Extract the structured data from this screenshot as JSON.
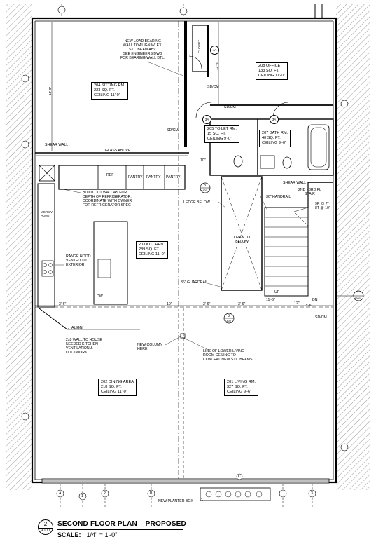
{
  "title": {
    "drawing_number": "2",
    "sheet": "A100",
    "name": "SECOND FLOOR PLAN – PROPOSED",
    "scale_label": "SCALE:",
    "scale_value": "1/4\" = 1'-0\""
  },
  "rooms": [
    {
      "id": "sitting",
      "name": "204 SITTING RM.",
      "area": "223 SQ. FT.",
      "ceiling": "CEILING 11'-0\""
    },
    {
      "id": "office",
      "name": "208 OFFICE",
      "area": "133 SQ. FT.",
      "ceiling": "CEILING 11'-0\""
    },
    {
      "id": "toilet",
      "name": "205 TOILET RM.",
      "area": "15 SQ. FT.",
      "ceiling": "CEILING 9'-0\""
    },
    {
      "id": "bath",
      "name": "207 BATH RM.",
      "area": "40 SQ. FT.",
      "ceiling": "CEILING 9'-0\""
    },
    {
      "id": "kitchen",
      "name": "203 KITCHEN",
      "area": "289 SQ. FT.",
      "ceiling": "CEILING 11'-0\""
    },
    {
      "id": "dining",
      "name": "202 DINING AREA",
      "area": "218 SQ. FT.",
      "ceiling": "CEILING 11'-0\""
    },
    {
      "id": "living",
      "name": "201 LIVING RM.",
      "area": "327 SQ. FT.",
      "ceiling": "CEILING 9'-6\""
    }
  ],
  "notes": {
    "load_bearing": "NEW LOAD BEARING\nWALL TO ALIGN W/ EX.\nSTL. BEAM ABV.\nSEE ENGINEERS DWG\nFOR BEARING WALL DTL.",
    "shear_wall_left": "SHEAR WALL",
    "glass_above": "GLASS ABOVE",
    "ref": "REF",
    "pantry_1": "PANTRY",
    "pantry_2": "PANTRY",
    "pantry_3": "PANTRY",
    "build_out": "BUILD OUT WALL AS FOR\nDEPTH OF REFRIGERATOR.\nCOORDINATE WITH OWNER\nFOR REFRIGERATOR SPEC",
    "ledge_below": "LEDGE BELOW",
    "open_to_below": "OPEN TO\nBELOW",
    "handrail": "36\" HANDRAIL",
    "guardrail": "36\" GUARDRAIL",
    "shear_wall_right": "SHEAR WALL",
    "stair": "2ND - 3RD FL\nSTAIR",
    "risers": "9R @ 7\"\n8T @ 10\"",
    "up": "UP",
    "dn": "DN",
    "range_hood": "RANGE HOOD\nVENTED TO\nEXTERIOR",
    "align": "ALIGN",
    "wall_note": "2x8 WALL TO HOUSE\nNEEDED KITCHEN\nVENTILATION &\nDUCTWORK",
    "new_column": "NEW COLUMN\nHERE",
    "lower_ceiling": "LINE OF LOWER LIVING\nROOM CEILING TO\nCONCEAL NEW STL. BEAMS",
    "planter": "NEW PLANTER BOX",
    "closet": "CLOSET",
    "dw": "DW",
    "mcrwv": "MCRWV\nOVEN",
    "sdcm_1": "SD/CM",
    "sdcm_2": "SD/CM",
    "sdcm_3": "SD/CM",
    "sdcm_4": "SD/CM",
    "dim_13_9": "13'-9\"",
    "dim_13_6": "13'-6\"",
    "dim_3_6": "3'-6\"",
    "dim_10": "10\"",
    "dim_3_6b": "3'-6\"",
    "dim_10b": "10\"",
    "dim_3_6c": "3'-6\"",
    "dim_11_6": "11'-6\"",
    "dim_3_6d": "3'-6\"",
    "dim_12": "12\""
  },
  "tags": [
    "4A",
    "3A",
    "3A",
    "1",
    "2",
    "8",
    "A400",
    "8",
    "A400",
    "1",
    "A300"
  ],
  "grid": [
    "A",
    "1",
    "2",
    "B",
    "C",
    "3"
  ]
}
